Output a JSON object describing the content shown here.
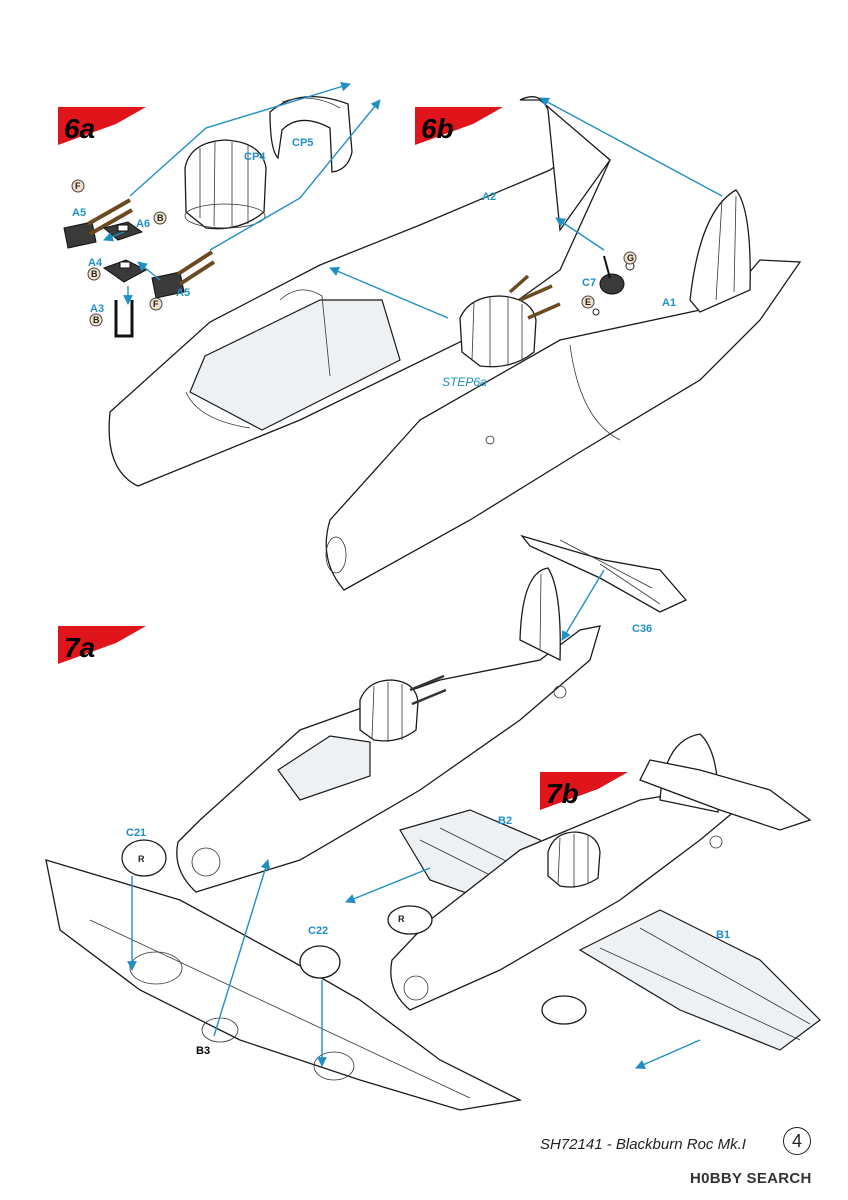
{
  "steps": {
    "s6a": "6a",
    "s6b": "6b",
    "s7a": "7a",
    "s7b": "7b"
  },
  "step_colors": {
    "flag": "#e0151b",
    "arrow": "#1f8fc4"
  },
  "parts": {
    "cp4": "CP4",
    "cp5": "CP5",
    "a5_top": "A5",
    "a6": "A6",
    "a4": "A4",
    "a5_bottom": "A5",
    "a3": "A3",
    "a2": "A2",
    "a1": "A1",
    "c7": "C7",
    "c36": "C36",
    "c21": "C21",
    "c22": "C22",
    "b3": "B3",
    "b2": "B2",
    "b1": "B1"
  },
  "refs": {
    "f1": "F",
    "b_a6": "B",
    "b_a4": "B",
    "b_a3": "B",
    "f2": "F",
    "g": "G",
    "e": "E"
  },
  "step_ref": "STEP6a",
  "decals": {
    "r1": "R",
    "r2": "R"
  },
  "footer": {
    "title": "SH72141 - Blackburn Roc  Mk.I",
    "page": "4"
  },
  "watermark": "H0BBY SEARCH"
}
